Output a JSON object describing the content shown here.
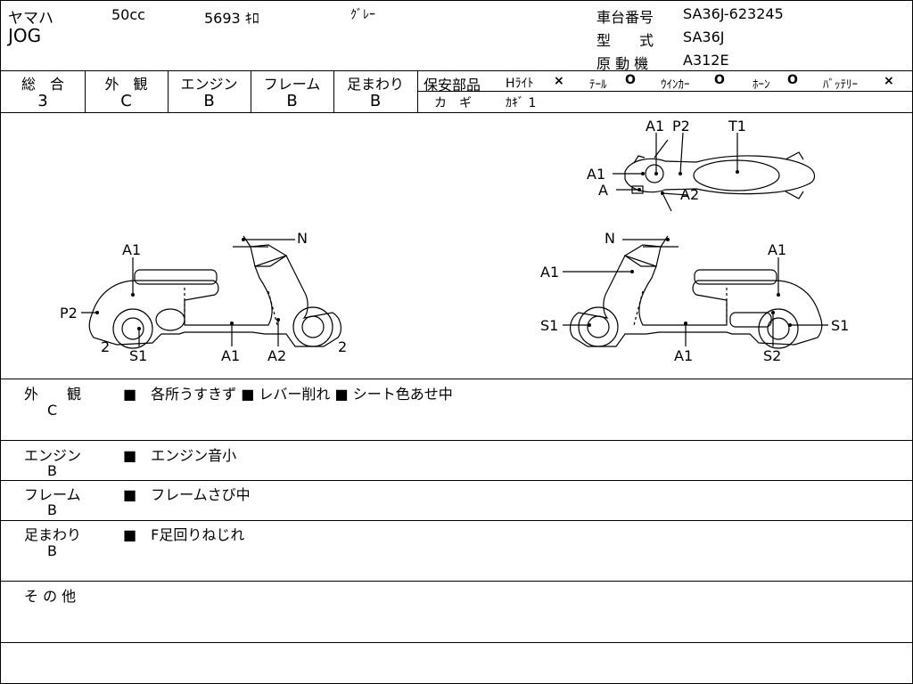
{
  "header": {
    "maker": "ヤマハ",
    "displacement": "50cc",
    "mileage": "5693 ｷﾛ",
    "color": "ｸﾞﾚｰ",
    "model": "JOG",
    "frame_no_label": "車台番号",
    "frame_no": "SA36J-623245",
    "type_label": "型　　式",
    "type_value": "SA36J",
    "engine_label": "原 動 機",
    "engine_value": "A312E"
  },
  "grades": [
    {
      "label": "総　合",
      "value": "3"
    },
    {
      "label": "外　観",
      "value": "C"
    },
    {
      "label": "エンジン",
      "value": "B"
    },
    {
      "label": "フレーム",
      "value": "B"
    },
    {
      "label": "足まわり",
      "value": "B"
    }
  ],
  "safety": {
    "title": "保安部品",
    "headlight": "Hﾗｲﾄ",
    "headlight_mark": "×",
    "tail": "ﾃｰﾙ",
    "tail_mark": "O",
    "winker": "ｳｲﾝｶｰ",
    "winker_mark": "O",
    "horn": "ﾎｰﾝ",
    "horn_mark": "O",
    "battery": "ﾊﾞｯﾃﾘｰ",
    "battery_mark": "×",
    "key_label": "カ　ギ",
    "key_value": "ｶｷﾞ 1"
  },
  "diagram_labels": {
    "top_a1_left": "A1",
    "top_a1": "A1",
    "top_p2": "P2",
    "top_t1": "T1",
    "top_a": "A",
    "top_a2": "A2",
    "left_a1": "A1",
    "left_n": "N",
    "left_p2": "P2",
    "left_2a": "2",
    "left_s1": "S1",
    "left_a1b": "A1",
    "left_a2": "A2",
    "left_2b": "2",
    "right_n": "N",
    "right_a1top": "A1",
    "right_a1left": "A1",
    "right_s1a": "S1",
    "right_a1b": "A1",
    "right_s2": "S2",
    "right_s1b": "S1"
  },
  "notes": [
    {
      "label": "外　　観",
      "grade": "C",
      "text": "■　各所うすきず ■ レバー削れ ■ シート色あせ中"
    },
    {
      "label": "エンジン",
      "grade": "B",
      "text": "■　エンジン音小"
    },
    {
      "label": "フレーム",
      "grade": "B",
      "text": "■　フレームさび中"
    },
    {
      "label": "足まわり",
      "grade": "B",
      "text": "■　F足回りねじれ"
    },
    {
      "label": "そ の 他",
      "grade": "",
      "text": ""
    }
  ]
}
